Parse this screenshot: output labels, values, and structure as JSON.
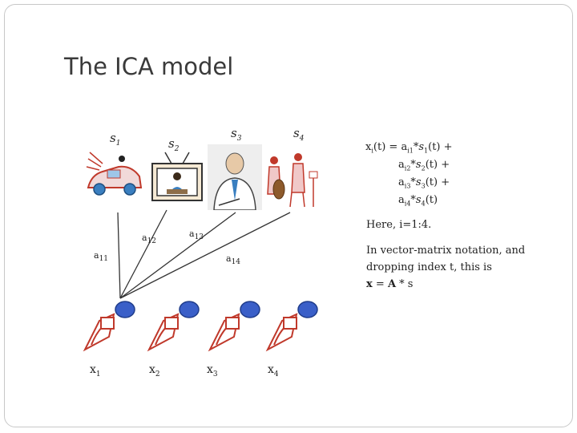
{
  "title": "The ICA model",
  "sources": [
    {
      "label": "s",
      "sub": "1",
      "icon": "car-icon"
    },
    {
      "label": "s",
      "sub": "2",
      "icon": "tv-icon"
    },
    {
      "label": "s",
      "sub": "3",
      "icon": "speaker-person-icon"
    },
    {
      "label": "s",
      "sub": "4",
      "icon": "musicians-icon"
    }
  ],
  "weights": [
    {
      "label": "a",
      "sub": "11"
    },
    {
      "label": "a",
      "sub": "12"
    },
    {
      "label": "a",
      "sub": "13"
    },
    {
      "label": "a",
      "sub": "14"
    }
  ],
  "mixtures": [
    {
      "label": "x",
      "sub": "1",
      "icon": "microphone-icon"
    },
    {
      "label": "x",
      "sub": "2",
      "icon": "microphone-icon"
    },
    {
      "label": "x",
      "sub": "3",
      "icon": "microphone-icon"
    },
    {
      "label": "x",
      "sub": "4",
      "icon": "microphone-icon"
    }
  ],
  "equation": {
    "lhs": "x",
    "lhs_sub": "i",
    "lhs_tail": "(t) =",
    "terms": [
      {
        "coef": "a",
        "coef_sub": "i1",
        "sep": "*",
        "sig": "s",
        "sig_sub": "1",
        "tail": "(t) +"
      },
      {
        "coef": "a",
        "coef_sub": "i2",
        "sep": "*",
        "sig": "s",
        "sig_sub": "2",
        "tail": "(t) +"
      },
      {
        "coef": "a",
        "coef_sub": "i3",
        "sep": "*",
        "sig": "s",
        "sig_sub": "3",
        "tail": "(t) +"
      },
      {
        "coef": "a",
        "coef_sub": "i4",
        "sep": "*",
        "sig": "s",
        "sig_sub": "4",
        "tail": "(t)"
      }
    ]
  },
  "note_index": "Here, i=1:4.",
  "note_matrix_line1": "In vector-matrix notation, and",
  "note_matrix_line2": "dropping index t, this is",
  "matrix_x": "x",
  "matrix_eq": " = ",
  "matrix_A": "A",
  "matrix_op": " * s"
}
